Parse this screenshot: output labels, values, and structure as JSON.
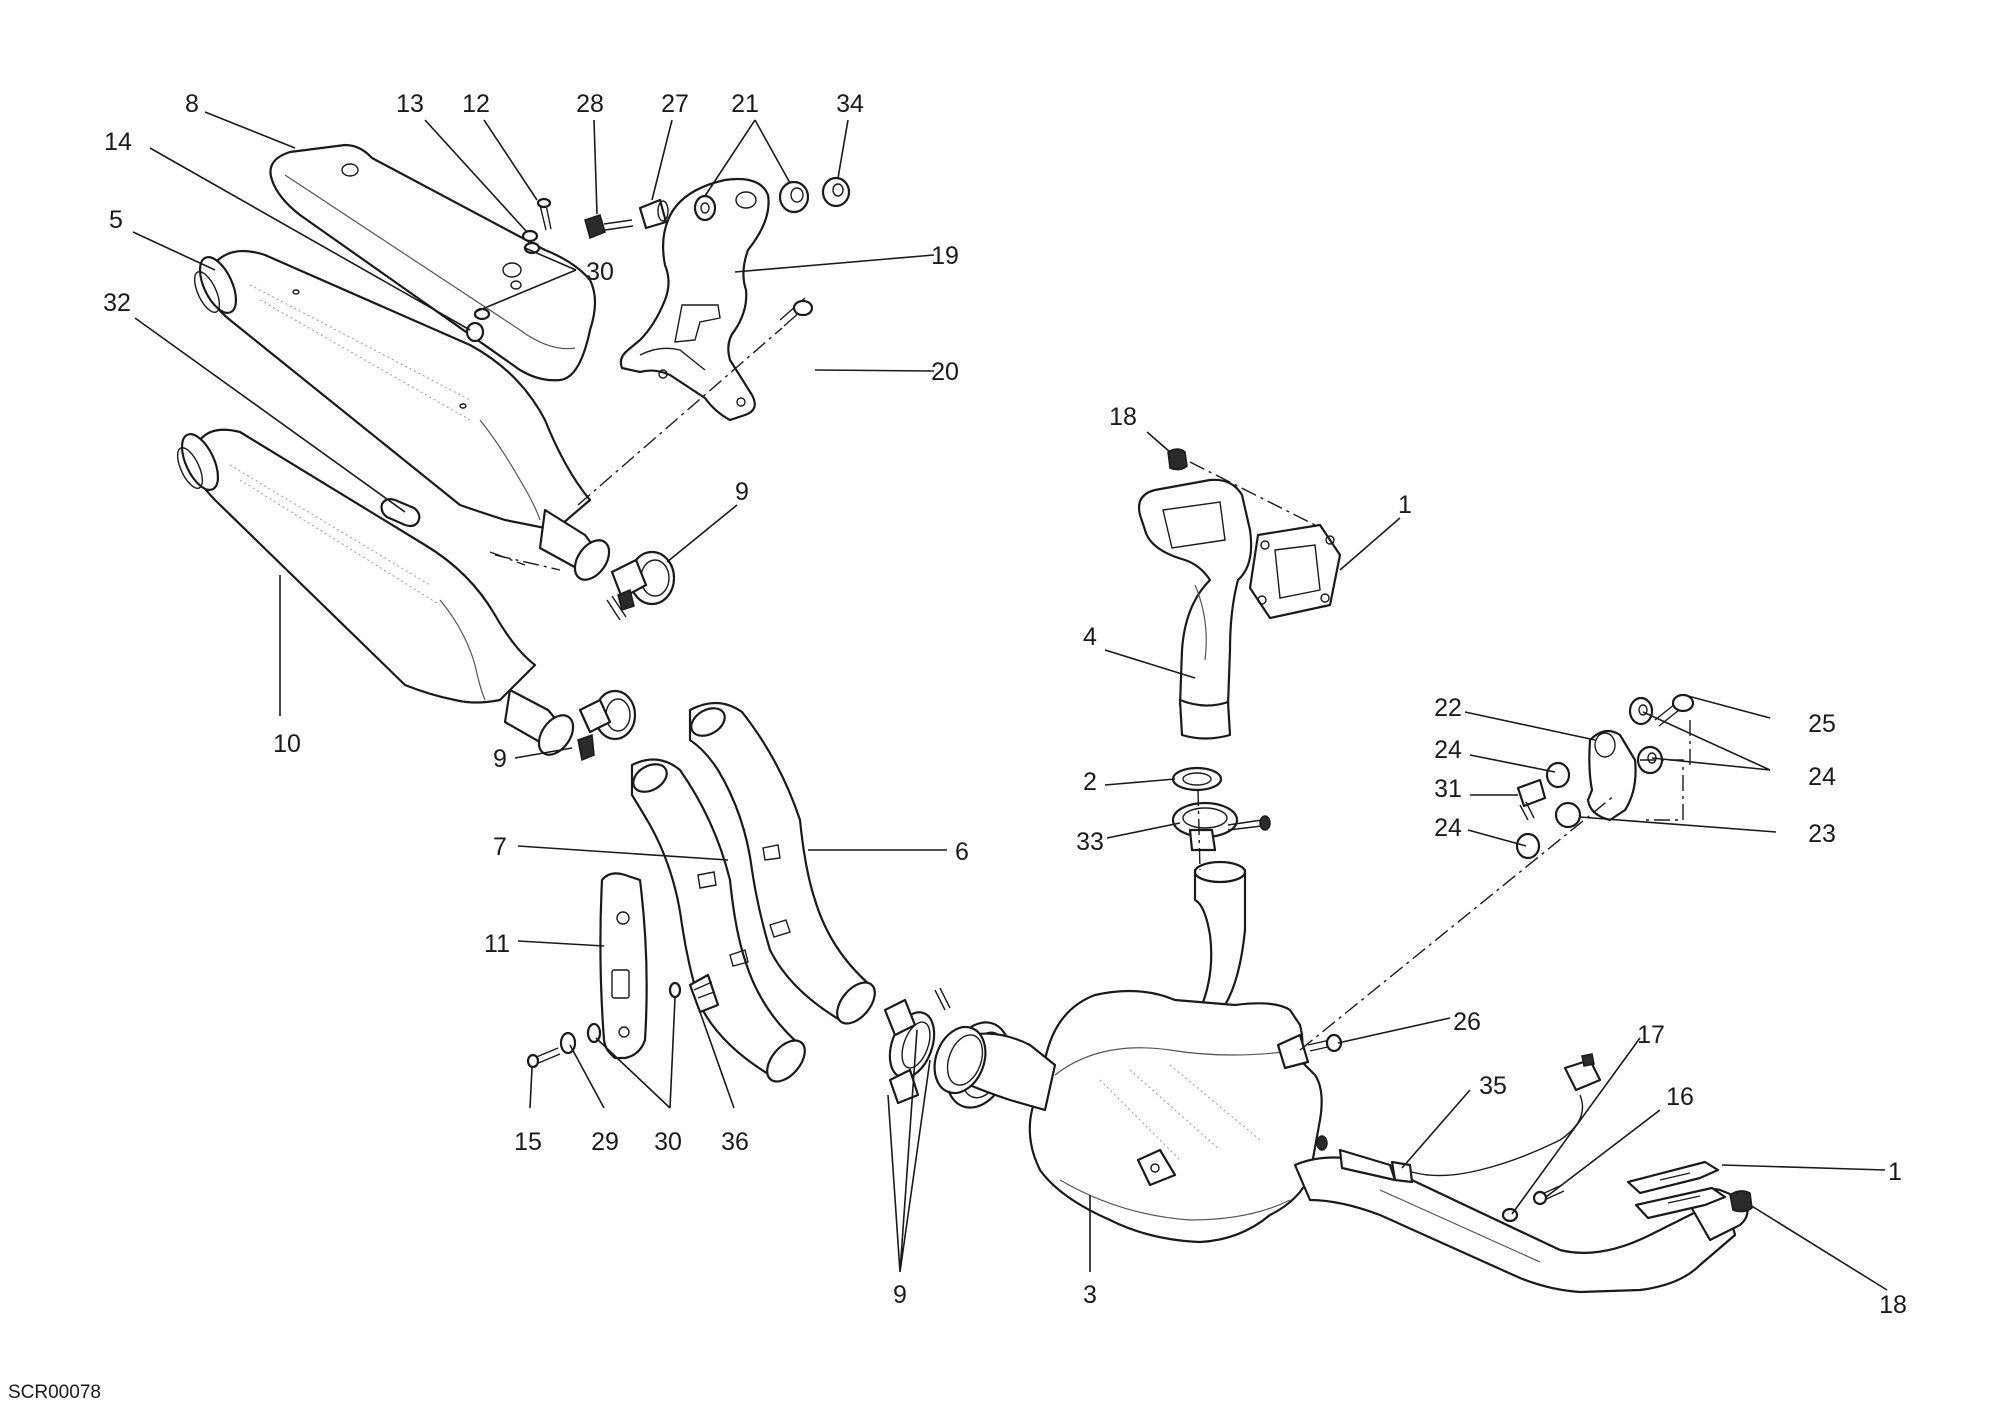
{
  "diagram_code": "SCR00078",
  "callouts": {
    "c8": "8",
    "c13": "13",
    "c12": "12",
    "c28": "28",
    "c27": "27",
    "c21": "21",
    "c34": "34",
    "c14": "14",
    "c5": "5",
    "c30a": "30",
    "c19": "19",
    "c32": "32",
    "c20": "20",
    "c9a": "9",
    "c18a": "18",
    "c1a": "1",
    "c4": "4",
    "c10": "10",
    "c9b": "9",
    "c22": "22",
    "c25": "25",
    "c24a": "24",
    "c24b": "24",
    "c31": "31",
    "c24c": "24",
    "c23": "23",
    "c2": "2",
    "c33": "33",
    "c7": "7",
    "c6": "6",
    "c11": "11",
    "c26": "26",
    "c17": "17",
    "c35": "35",
    "c16": "16",
    "c15": "15",
    "c29": "29",
    "c30b": "30",
    "c36": "36",
    "c1b": "1",
    "c9c": "9",
    "c3": "3",
    "c18b": "18"
  }
}
